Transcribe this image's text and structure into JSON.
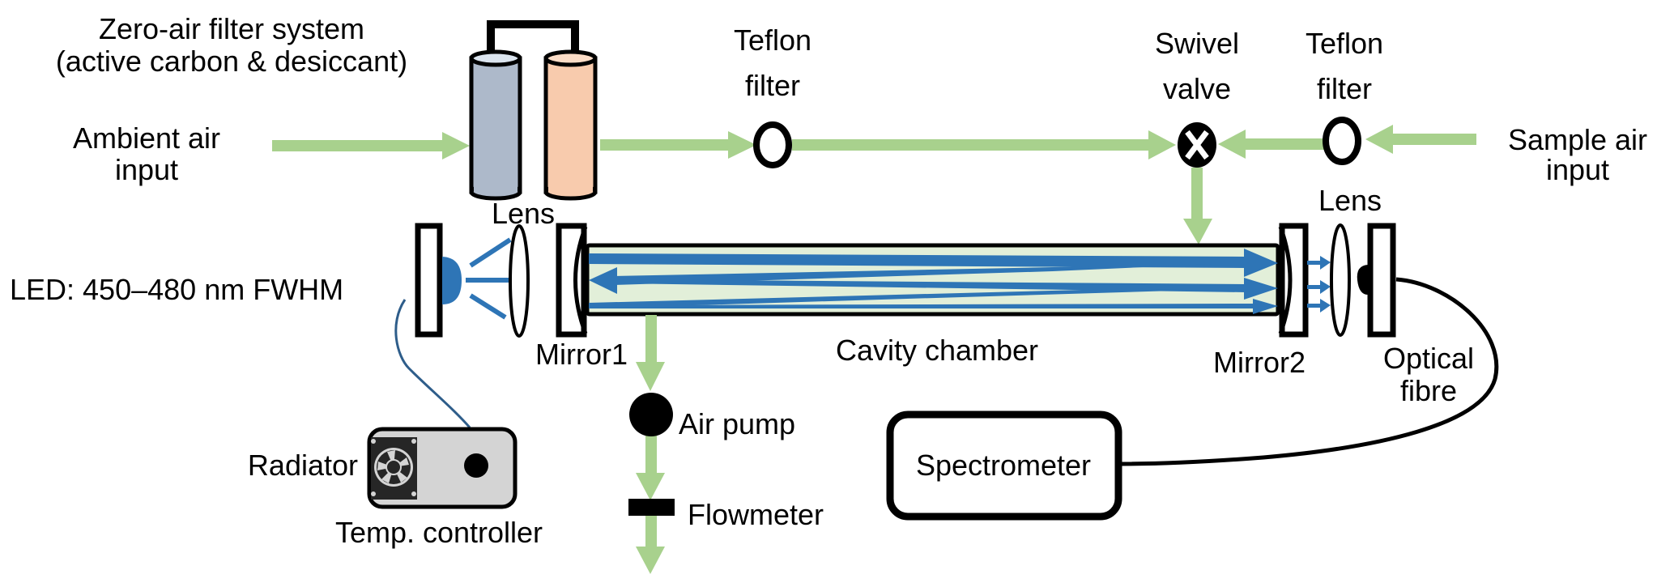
{
  "figure": {
    "colors": {
      "air_flow": "#a8d18d",
      "light_beam": "#2e75b6",
      "chamber_fill": "#e2efd9",
      "carbon_filter": "#adb9ca",
      "desiccant_filter": "#f8cbad",
      "controller_fill": "#d4d4d4",
      "outline": "#000000",
      "wire": "#2e5d8a"
    },
    "labels": {
      "zero_air_line1": "Zero-air filter system",
      "zero_air_line2": "(active carbon & desiccant)",
      "ambient_line1": "Ambient air",
      "ambient_line2": "input",
      "teflon1_line1": "Teflon",
      "teflon1_line2": "filter",
      "swivel_line1": "Swivel",
      "swivel_line2": "valve",
      "teflon2_line1": "Teflon",
      "teflon2_line2": "filter",
      "sample_line1": "Sample air",
      "sample_line2": "input",
      "lens_left": "Lens",
      "lens_right": "Lens",
      "led": "LED: 450–480 nm FWHM",
      "mirror1": "Mirror1",
      "mirror2": "Mirror2",
      "cavity": "Cavity chamber",
      "optical_line1": "Optical",
      "optical_line2": "fibre",
      "air_pump": "Air pump",
      "flowmeter": "Flowmeter",
      "spectrometer": "Spectrometer",
      "radiator": "Radiator",
      "temp_controller": "Temp. controller"
    },
    "icons": {
      "swivel_valve": "x-in-circle-icon",
      "teflon_filter": "ring-icon",
      "air_pump": "filled-circle-icon",
      "radiator": "fan-icon"
    }
  }
}
